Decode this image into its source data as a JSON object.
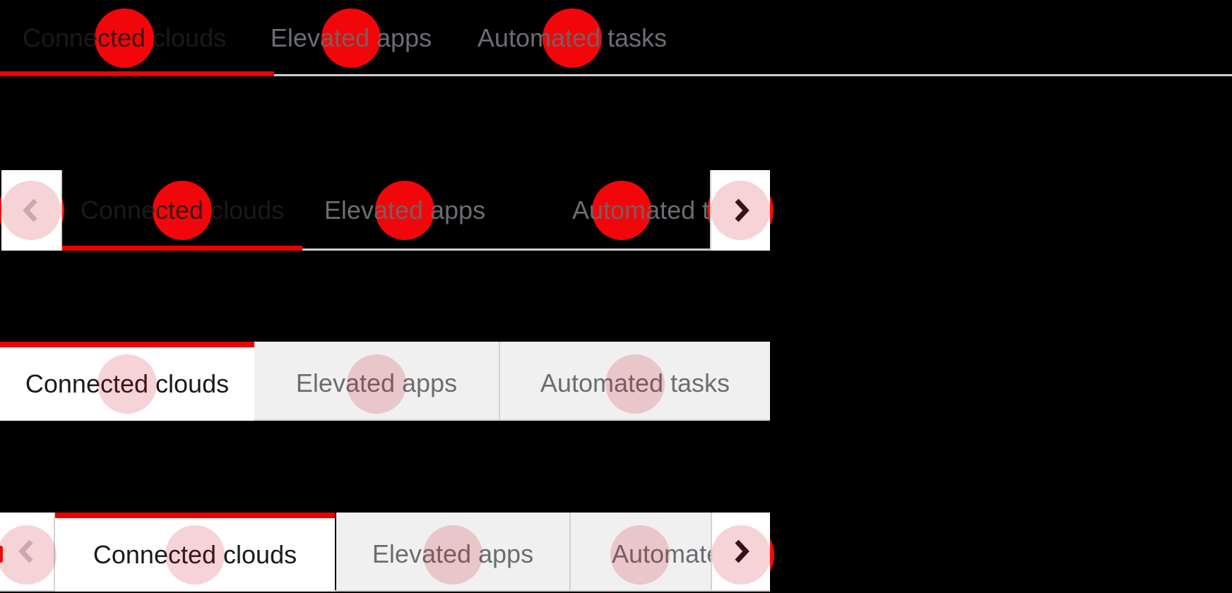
{
  "colors": {
    "background": "#000000",
    "accent_red": "#ec0000",
    "marker_red": "#fc0606",
    "marker_halo_pink": "rgba(205,10,28,0.18)",
    "active_text": "#1a1a1a",
    "inactive_text": "#6a6e73",
    "box_tab_bg": "#f0f0f0",
    "divider_gray": "#d2d2d2",
    "line_gray": "#cfcfcf"
  },
  "icons": {
    "scroll_left": "chevron-left-icon",
    "scroll_right": "chevron-right-icon"
  },
  "rows": [
    {
      "id": "underline-tabs",
      "variant": "underline",
      "tabs": [
        {
          "label": "Connected clouds",
          "active": true
        },
        {
          "label": "Elevated apps",
          "active": false
        },
        {
          "label": "Automated tasks",
          "active": false
        }
      ]
    },
    {
      "id": "underline-tabs-scrollable",
      "variant": "underline-scrollable",
      "scroll": {
        "left_disabled": true,
        "right_disabled": false
      },
      "tabs": [
        {
          "label": "Connected clouds",
          "active": true
        },
        {
          "label": "Elevated apps",
          "active": false
        },
        {
          "label": "Automated tasks",
          "active": false,
          "truncated": true
        }
      ]
    },
    {
      "id": "box-tabs",
      "variant": "box",
      "tabs": [
        {
          "label": "Connected clouds",
          "active": true
        },
        {
          "label": "Elevated apps",
          "active": false
        },
        {
          "label": "Automated tasks",
          "active": false
        }
      ]
    },
    {
      "id": "box-tabs-scrollable",
      "variant": "box-scrollable",
      "scroll": {
        "left_disabled": true,
        "right_disabled": false
      },
      "tabs": [
        {
          "label": "Connected clouds",
          "active": true
        },
        {
          "label": "Elevated apps",
          "active": false
        },
        {
          "label": "Automated tasks",
          "active": false,
          "truncated": true
        }
      ]
    }
  ]
}
